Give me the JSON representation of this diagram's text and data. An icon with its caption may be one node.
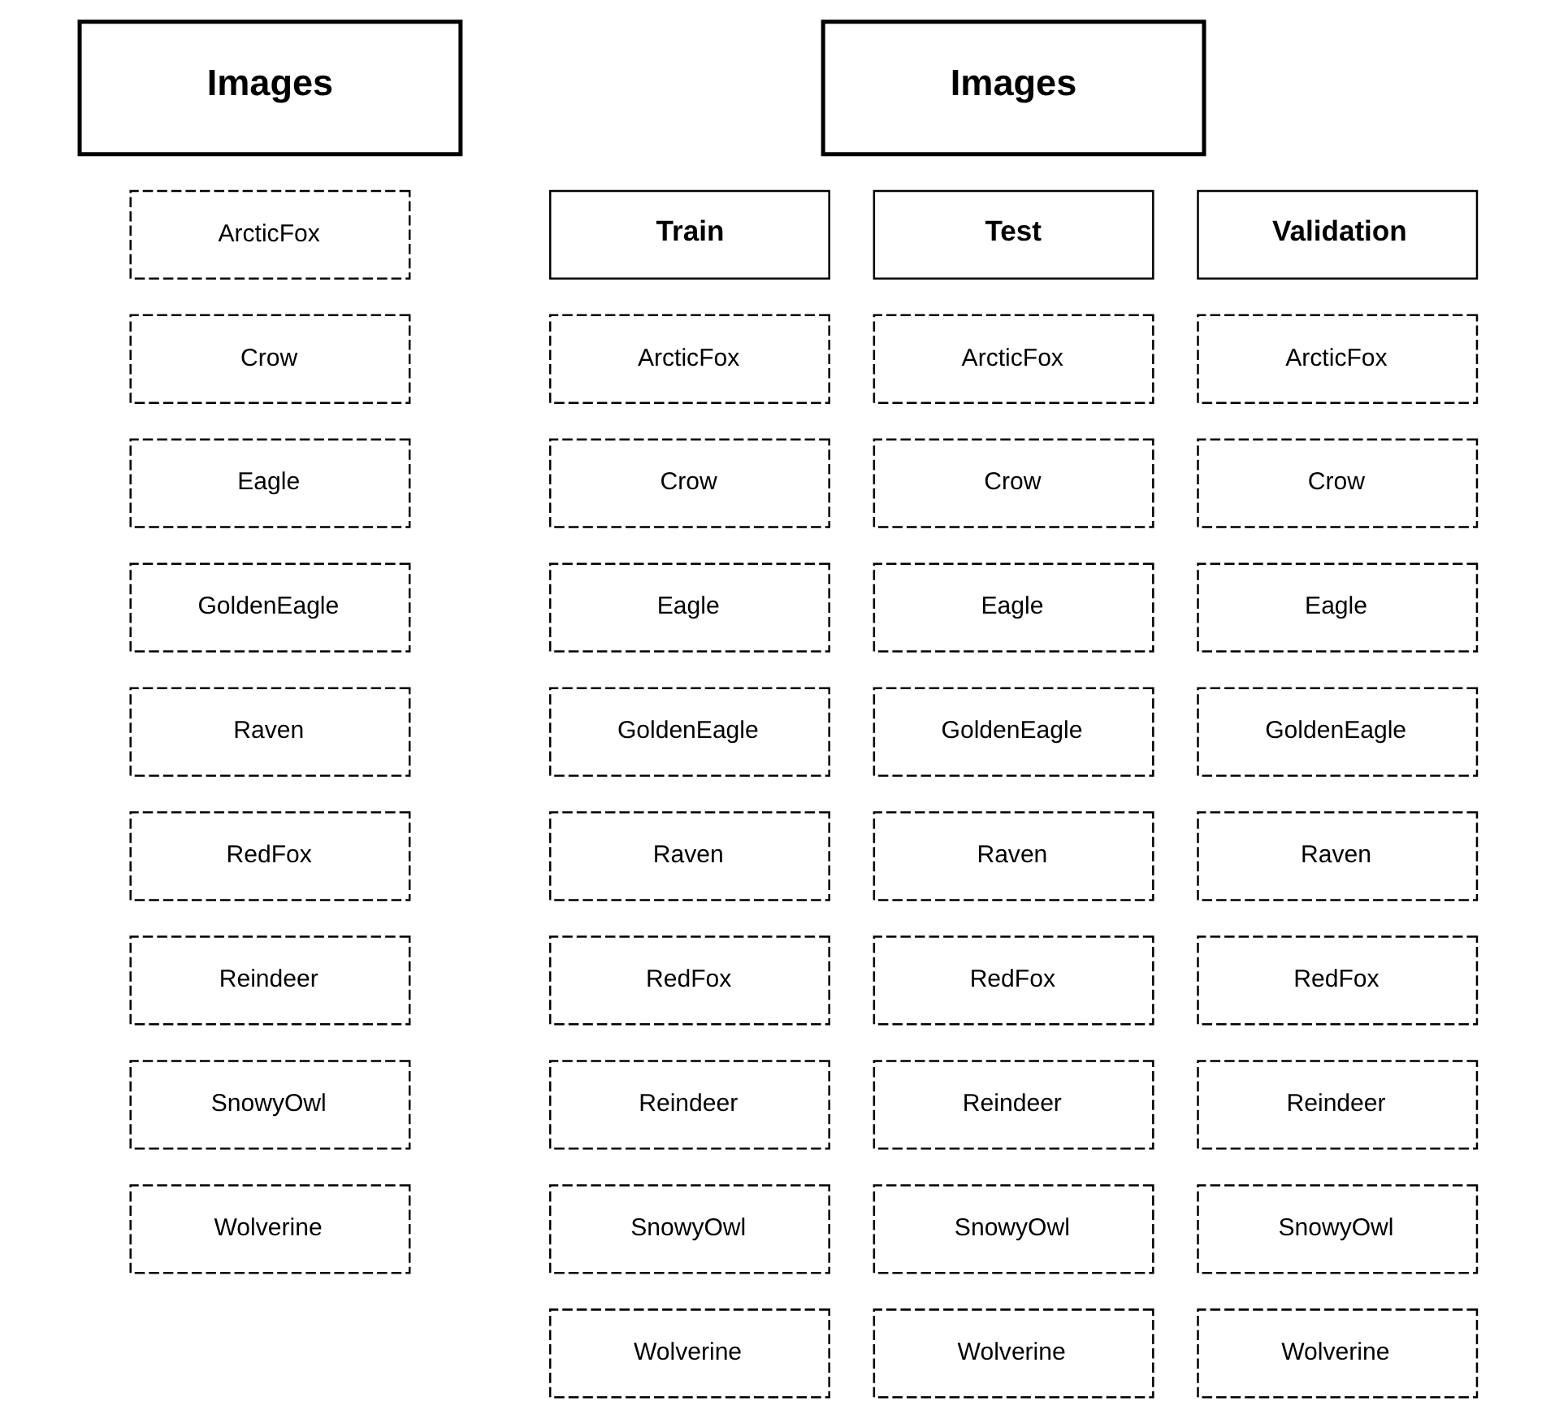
{
  "diagram": {
    "nodes": [
      {
        "text": [
          "Images"
        ]
      },
      {
        "text": [
          "ArcticFox"
        ]
      },
      {
        "text": [
          "Crow"
        ]
      },
      {
        "text": [
          "Eagle"
        ]
      },
      {
        "text": [
          "GoldenEagle"
        ]
      },
      {
        "text": [
          "Raven"
        ]
      },
      {
        "text": [
          "RedFox"
        ]
      },
      {
        "text": [
          "Reindeer"
        ]
      },
      {
        "text": [
          "SnowyOwl"
        ]
      },
      {
        "text": [
          "Wolverine"
        ]
      },
      {
        "text": [
          "Images"
        ]
      },
      {
        "text": [
          "Train"
        ]
      },
      {
        "text": [
          "Test"
        ]
      },
      {
        "text": [
          "Validation"
        ]
      },
      {
        "text": [
          "ArcticFox"
        ]
      },
      {
        "text": [
          "Crow"
        ]
      },
      {
        "text": [
          "Eagle"
        ]
      },
      {
        "text": [
          "GoldenEagle"
        ]
      },
      {
        "text": [
          "Raven"
        ]
      },
      {
        "text": [
          "RedFox"
        ]
      },
      {
        "text": [
          "Reindeer"
        ]
      },
      {
        "text": [
          "SnowyOwl"
        ]
      },
      {
        "text": [
          "Wolverine"
        ]
      },
      {
        "text": [
          "ArcticFox"
        ]
      },
      {
        "text": [
          "Crow"
        ]
      },
      {
        "text": [
          "Eagle"
        ]
      },
      {
        "text": [
          "GoldenEagle"
        ]
      },
      {
        "text": [
          "Raven"
        ]
      },
      {
        "text": [
          "RedFox"
        ]
      },
      {
        "text": [
          "Reindeer"
        ]
      },
      {
        "text": [
          "SnowyOwl"
        ]
      },
      {
        "text": [
          "Wolverine"
        ]
      },
      {
        "text": [
          "ArcticFox"
        ]
      },
      {
        "text": [
          "Crow"
        ]
      },
      {
        "text": [
          "Eagle"
        ]
      },
      {
        "text": [
          "GoldenEagle"
        ]
      },
      {
        "text": [
          "Raven"
        ]
      },
      {
        "text": [
          "RedFox"
        ]
      },
      {
        "text": [
          "Reindeer"
        ]
      },
      {
        "text": [
          "SnowyOwl"
        ]
      },
      {
        "text": [
          "Wolverine"
        ]
      }
    ]
  }
}
